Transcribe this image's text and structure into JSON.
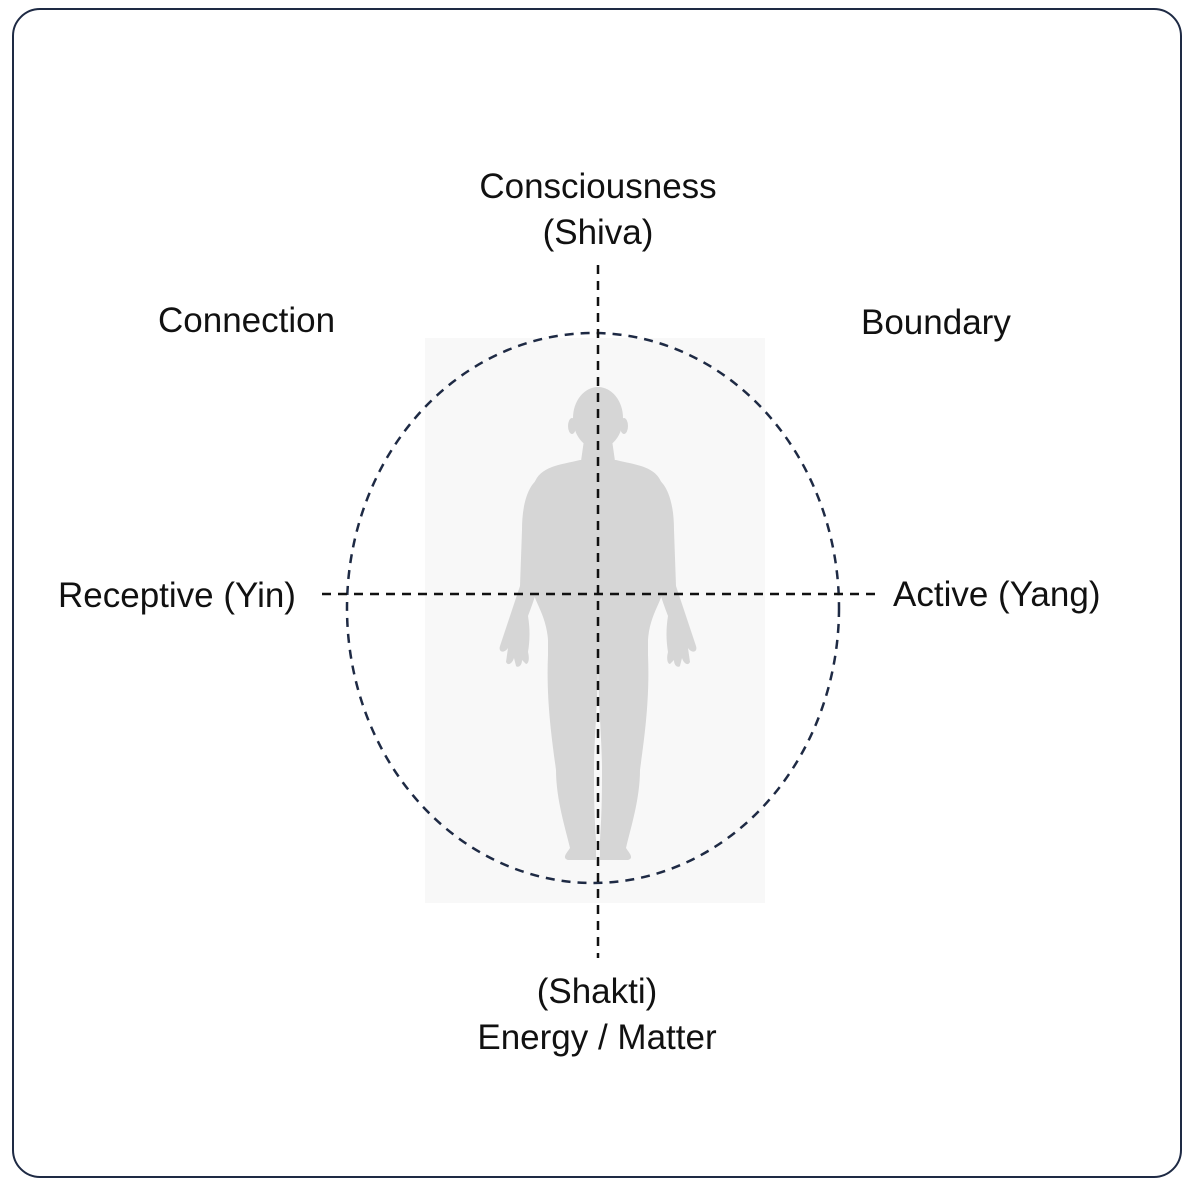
{
  "diagram": {
    "top_label": {
      "line1": "Consciousness",
      "line2": "(Shiva)"
    },
    "bottom_label": {
      "line1": "(Shakti)",
      "line2": "Energy / Matter"
    },
    "left_label": "Receptive (Yin)",
    "right_label": "Active (Yang)",
    "upper_left_label": "Connection",
    "upper_right_label": "Boundary",
    "figure_icon": "human-silhouette-icon",
    "colors": {
      "frame": "#1e2a44",
      "dashed_lines": "#1e2a44",
      "figure": "#d6d6d6",
      "figure_backdrop": "#f7f7f7",
      "text": "#111111"
    }
  }
}
